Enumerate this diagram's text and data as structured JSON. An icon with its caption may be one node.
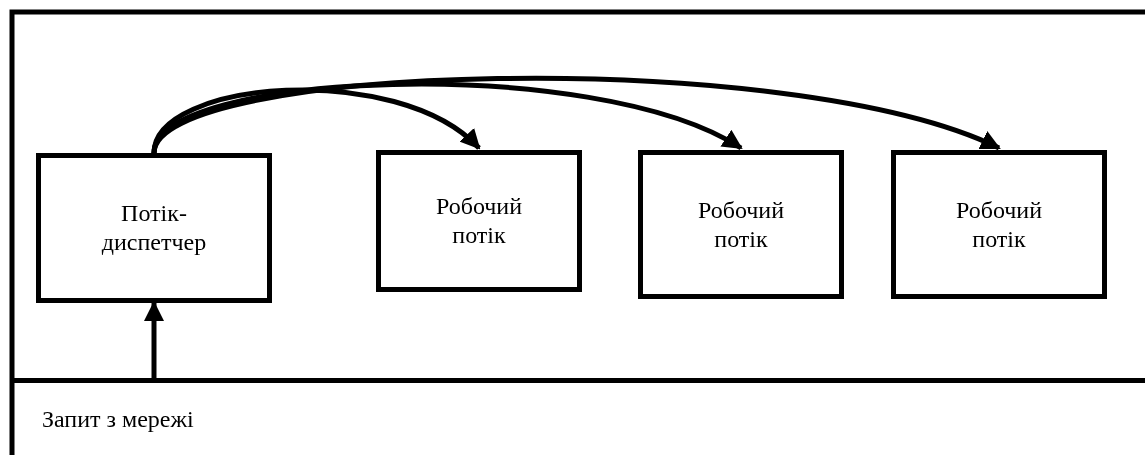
{
  "diagram": {
    "nodes": [
      {
        "text": [
          "Потік-диспетчер"
        ]
      },
      {
        "text": [
          "Робочий потік"
        ]
      },
      {
        "text": [
          "Робочий потік"
        ]
      },
      {
        "text": [
          "Робочий потік"
        ]
      },
      {
        "text": [
          "Запит з мережі"
        ]
      }
    ],
    "edges": [
      {
        "from": 0,
        "to": 1,
        "arrow": "to"
      },
      {
        "from": 0,
        "to": 2,
        "arrow": "to"
      },
      {
        "from": 0,
        "to": 3,
        "arrow": "to"
      },
      {
        "from": 4,
        "to": 0,
        "arrow": "to"
      }
    ]
  }
}
